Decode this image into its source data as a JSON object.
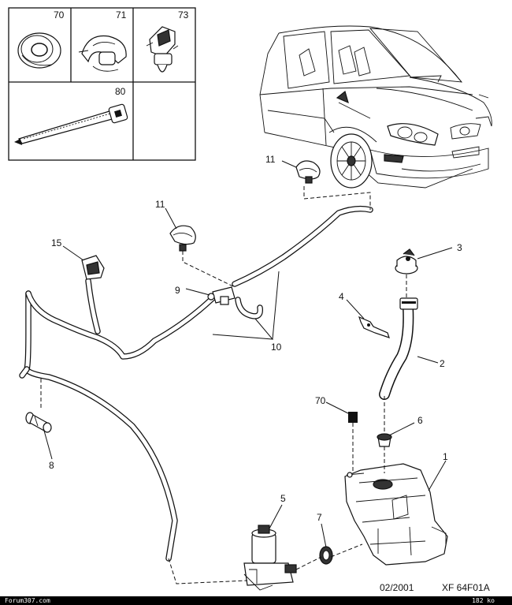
{
  "inset": {
    "cells": [
      {
        "id": "70",
        "label": "70"
      },
      {
        "id": "71",
        "label": "71"
      },
      {
        "id": "73",
        "label": "73"
      },
      {
        "id": "80",
        "label": "80"
      }
    ]
  },
  "callouts": {
    "p1": "1",
    "p2": "2",
    "p3": "3",
    "p4": "4",
    "p5": "5",
    "p6": "6",
    "p7": "7",
    "p8": "8",
    "p9": "9",
    "p10": "10",
    "p11a": "11",
    "p11b": "11",
    "p15": "15",
    "p70": "70"
  },
  "reference": {
    "date": "02/2001",
    "code": "XF 64F01A"
  },
  "footer": {
    "left": "Forum307.com",
    "right": "182 ko"
  }
}
